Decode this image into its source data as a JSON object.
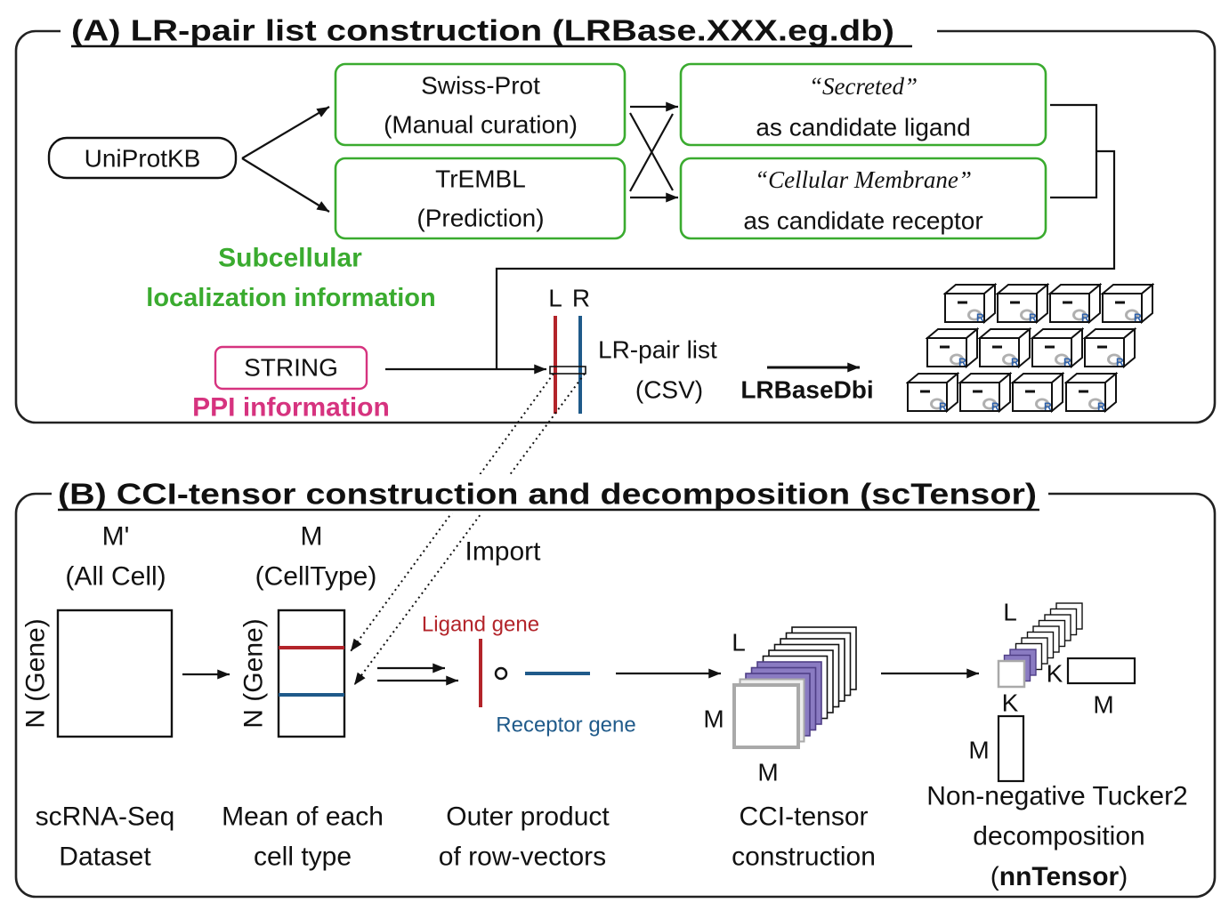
{
  "section_a": {
    "title": "(A) LR-pair list construction (LRBase.XXX.eg.db)",
    "uniprot": "UniProtKB",
    "swissprot": {
      "name": "Swiss-Prot",
      "note": "(Manual curation)"
    },
    "trembl": {
      "name": "TrEMBL",
      "note": "(Prediction)"
    },
    "ligand_box": {
      "keyword": "“Secreted”",
      "role": "as candidate ligand"
    },
    "receptor_box": {
      "keyword": "“Cellular Membrane”",
      "role": "as candidate receptor"
    },
    "subcellular": {
      "line1": "Subcellular",
      "line2": "localization information"
    },
    "string_db": "STRING",
    "ppi": "PPI information",
    "lr_labels": {
      "l": "L",
      "r": "R"
    },
    "lr_list": {
      "name": "LR-pair list",
      "format": "(CSV)"
    },
    "tool": "LRBaseDbi",
    "package_logo_letter": "R"
  },
  "section_b": {
    "title": "(B) CCI-tensor construction and decomposition (scTensor)",
    "all_cell": {
      "dim": "M'",
      "label": "(All Cell)"
    },
    "cell_type": {
      "dim": "M",
      "label": "(CellType)"
    },
    "gene_axis": "N (Gene)",
    "import": "Import",
    "ligand_gene": "Ligand gene",
    "receptor_gene": "Receptor gene",
    "cci_tensor": {
      "l": "L",
      "m_side": "M",
      "m_bottom": "M"
    },
    "core": {
      "l": "L",
      "k_right": "K",
      "k_below": "K",
      "m_right": "M",
      "m_left": "M"
    },
    "steps": [
      {
        "line1": "scRNA-Seq",
        "line2": "Dataset"
      },
      {
        "line1": "Mean of each",
        "line2": "cell type"
      },
      {
        "line1": "Outer product",
        "line2": "of row-vectors"
      },
      {
        "line1": "CCI-tensor",
        "line2": "construction"
      },
      {
        "line1": "Non-negative Tucker2",
        "line2": "decomposition",
        "tool_open": "(",
        "tool": "nnTensor",
        "tool_close": ")"
      }
    ]
  },
  "icons": {
    "lrbase_package": "r-package-icon"
  },
  "colors": {
    "ink": "#111111",
    "green": "#3aab2f",
    "pink": "#d6337f",
    "ligand_red": "#b3242a",
    "receptor_blue": "#1f5a8a",
    "purple": "#8a7bc2",
    "purple_edge": "#4f3f86",
    "slice_gray": "#a9a9a9",
    "slice_light": "#ececec",
    "white": "#ffffff"
  }
}
